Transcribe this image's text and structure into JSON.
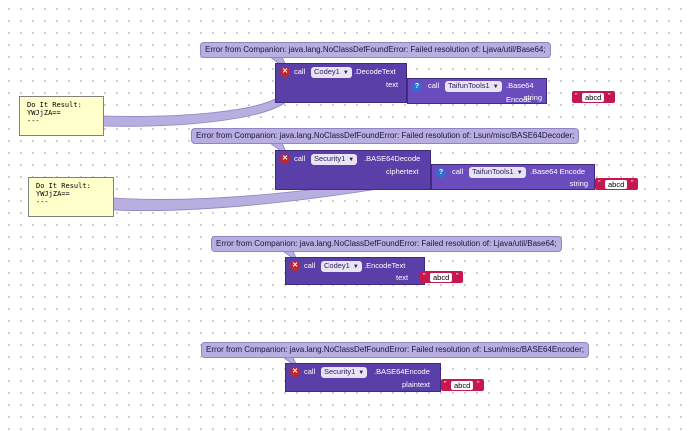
{
  "errors": [
    "Error from Companion: java.lang.NoClassDefFoundError: Failed resolution of: Ljava/util/Base64;",
    "Error from Companion: java.lang.NoClassDefFoundError: Failed resolution of: Lsun/misc/BASE64Decoder;",
    "Error from Companion: java.lang.NoClassDefFoundError: Failed resolution of: Ljava/util/Base64;",
    "Error from Companion: java.lang.NoClassDefFoundError: Failed resolution of: Lsun/misc/BASE64Encoder;"
  ],
  "results": [
    "Do It Result:\nYWJjZA==\n---",
    "Do It Result:\nYWJjZA==\n---"
  ],
  "blocks": [
    {
      "call": "call",
      "component": "Codey1",
      "method": ".DecodeText",
      "param": "text",
      "inner": {
        "call": "call",
        "component": "TaifunTools1",
        "method": ".Base64 Encode",
        "param": "string",
        "value": "abcd"
      }
    },
    {
      "call": "call",
      "component": "Security1",
      "method": ".BASE64Decode",
      "param": "ciphertext",
      "inner": {
        "call": "call",
        "component": "TaifunTools1",
        "method": ".Base64 Encode",
        "param": "string",
        "value": "abcd"
      }
    },
    {
      "call": "call",
      "component": "Codey1",
      "method": ".EncodeText",
      "param": "text",
      "value": "abcd"
    },
    {
      "call": "call",
      "component": "Security1",
      "method": ".BASE64Encode",
      "param": "plaintext",
      "value": "abcd"
    }
  ],
  "icons": {
    "error": "error-x-icon",
    "help": "help-question-icon",
    "dropdown": "dropdown-arrow-icon",
    "quote": "quote-icon"
  },
  "colors": {
    "block": "#5b3fa8",
    "block_inner": "#6a4cbd",
    "text_block": "#c6174e",
    "error_bubble": "#b8aee0",
    "result_box": "#ffffcc",
    "error_icon": "#c0262d",
    "help_icon": "#2f6fd1"
  }
}
